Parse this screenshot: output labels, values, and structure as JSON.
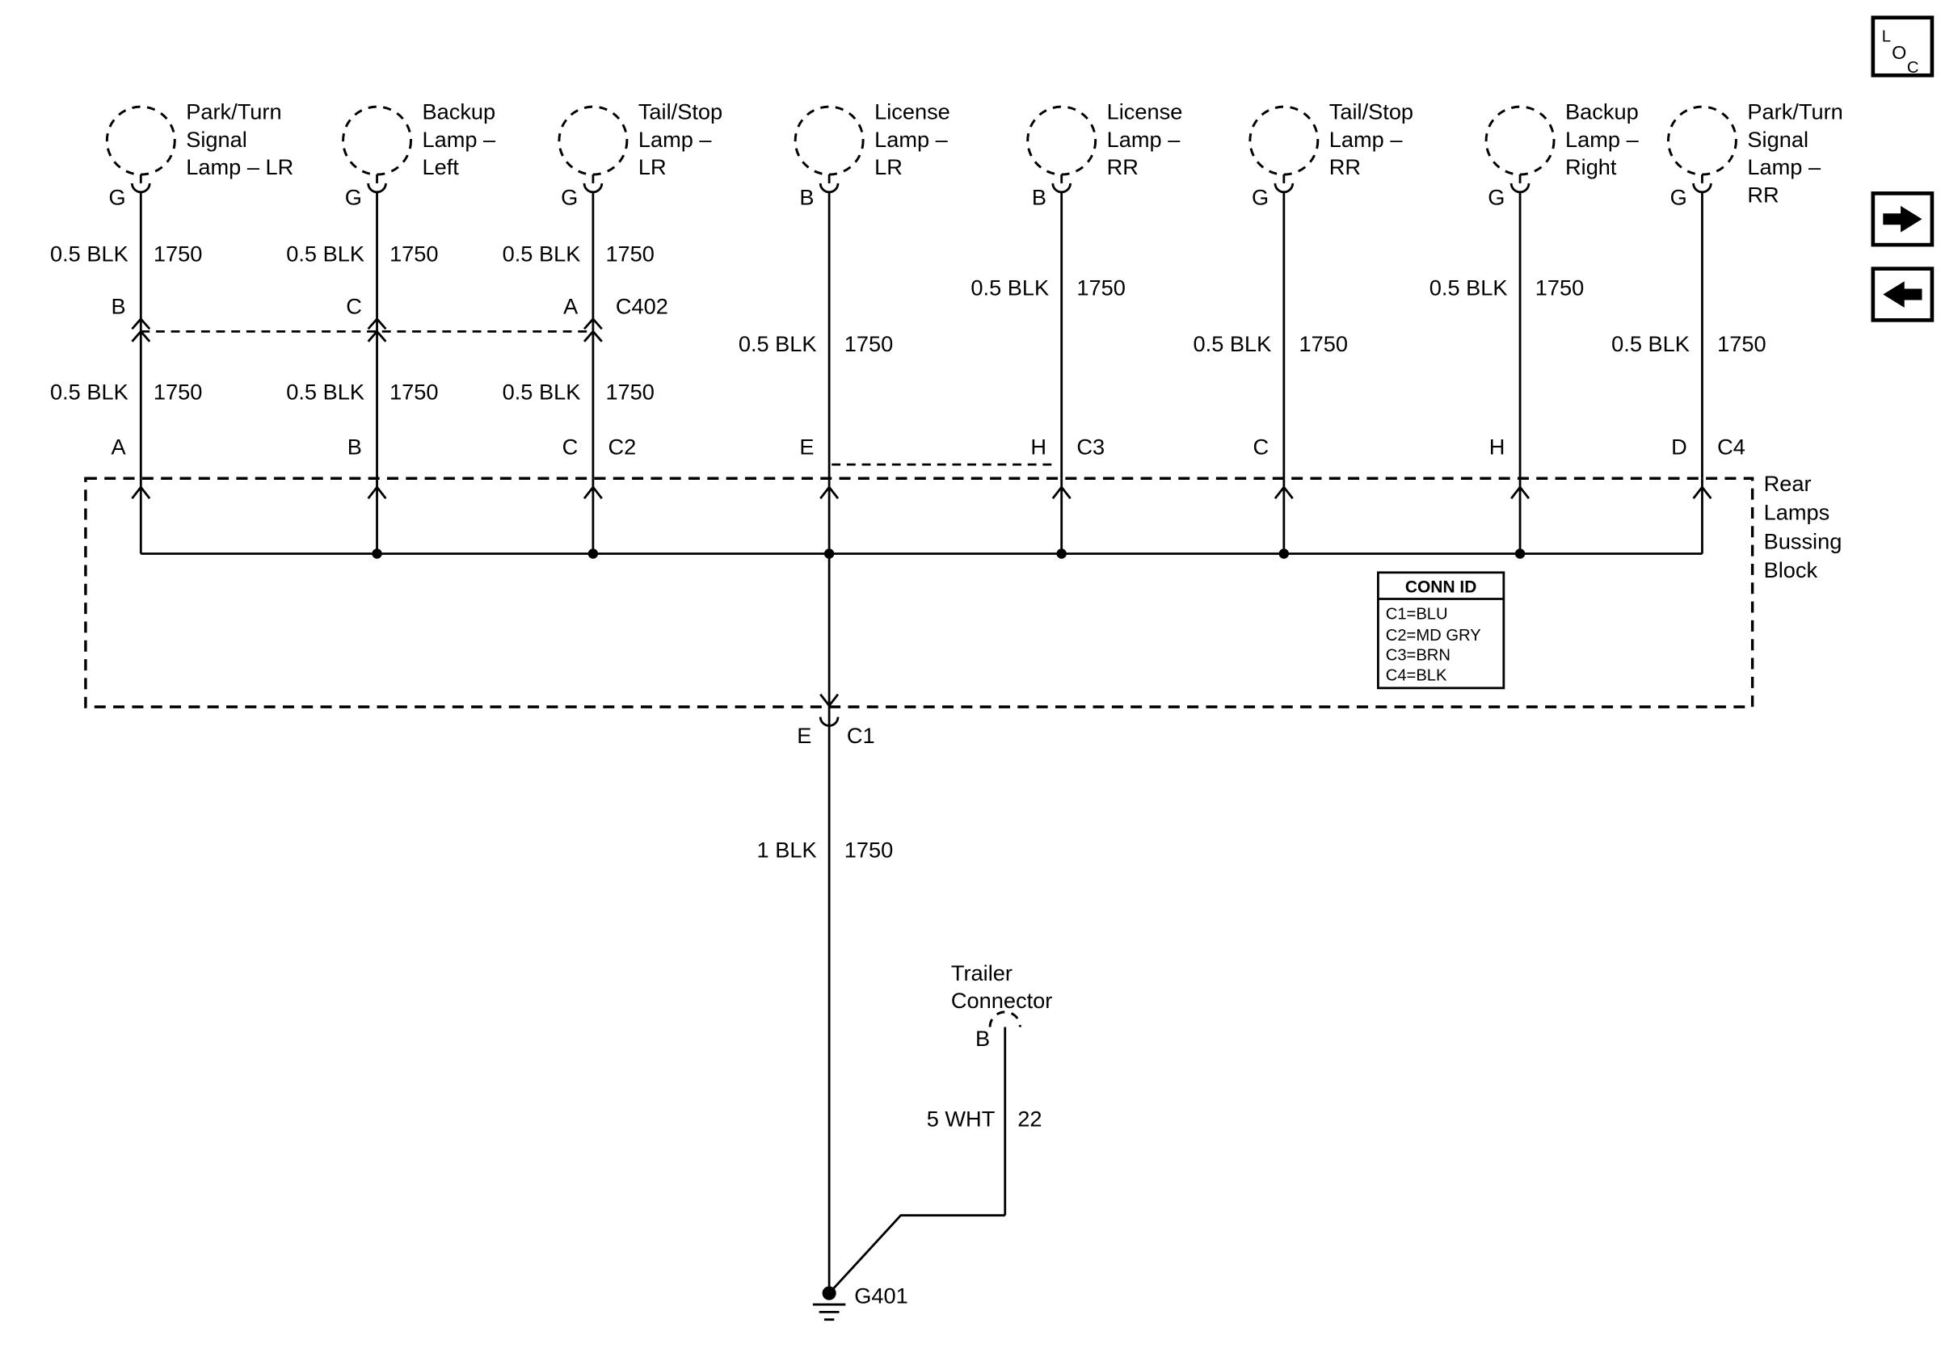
{
  "nav": {
    "loc_letters": [
      "L",
      "O",
      "C"
    ],
    "forward_icon": "right-arrow",
    "back_icon": "left-arrow"
  },
  "lamps": [
    {
      "label": [
        "Park/Turn",
        "Signal",
        "Lamp – LR"
      ],
      "pin": "G",
      "upper_wire": {
        "spec": "0.5 BLK",
        "circuit": "1750"
      },
      "mid_pin": "B",
      "lower_wire": {
        "spec": "0.5 BLK",
        "circuit": "1750"
      },
      "block_pin": "A"
    },
    {
      "label": [
        "Backup",
        "Lamp –",
        "Left"
      ],
      "pin": "G",
      "upper_wire": {
        "spec": "0.5 BLK",
        "circuit": "1750"
      },
      "mid_pin": "C",
      "lower_wire": {
        "spec": "0.5 BLK",
        "circuit": "1750"
      },
      "block_pin": "B"
    },
    {
      "label": [
        "Tail/Stop",
        "Lamp –",
        "LR"
      ],
      "pin": "G",
      "upper_wire": {
        "spec": "0.5 BLK",
        "circuit": "1750"
      },
      "mid_pin": "A",
      "mid_conn": "C402",
      "lower_wire": {
        "spec": "0.5 BLK",
        "circuit": "1750"
      },
      "block_pin": "C",
      "block_conn": "C2"
    },
    {
      "label": [
        "License",
        "Lamp –",
        "LR"
      ],
      "pin": "B",
      "wire": {
        "spec": "0.5 BLK",
        "circuit": "1750"
      },
      "block_pin": "E"
    },
    {
      "label": [
        "License",
        "Lamp –",
        "RR"
      ],
      "pin": "B",
      "wire": {
        "spec": "0.5 BLK",
        "circuit": "1750"
      },
      "block_pin": "H",
      "block_conn": "C3"
    },
    {
      "label": [
        "Tail/Stop",
        "Lamp –",
        "RR"
      ],
      "pin": "G",
      "wire": {
        "spec": "0.5 BLK",
        "circuit": "1750"
      },
      "block_pin": "C"
    },
    {
      "label": [
        "Backup",
        "Lamp –",
        "Right"
      ],
      "pin": "G",
      "wire": {
        "spec": "0.5 BLK",
        "circuit": "1750"
      },
      "block_pin": "H"
    },
    {
      "label": [
        "Park/Turn",
        "Signal",
        "Lamp –",
        "RR"
      ],
      "pin": "G",
      "wire": {
        "spec": "0.5 BLK",
        "circuit": "1750"
      },
      "block_pin": "D",
      "block_conn": "C4"
    }
  ],
  "block": {
    "label": [
      "Rear",
      "Lamps",
      "Bussing",
      "Block"
    ],
    "exit_pin": "E",
    "exit_conn": "C1"
  },
  "conn_id": {
    "header": "CONN ID",
    "rows": [
      "C1=BLU",
      "C2=MD GRY",
      "C3=BRN",
      "C4=BLK"
    ]
  },
  "main_wire": {
    "spec": "1 BLK",
    "circuit": "1750"
  },
  "trailer": {
    "label": [
      "Trailer",
      "Connector"
    ],
    "pin": "B",
    "wire": {
      "spec": "5 WHT",
      "circuit": "22"
    }
  },
  "ground": {
    "label": "G401"
  }
}
